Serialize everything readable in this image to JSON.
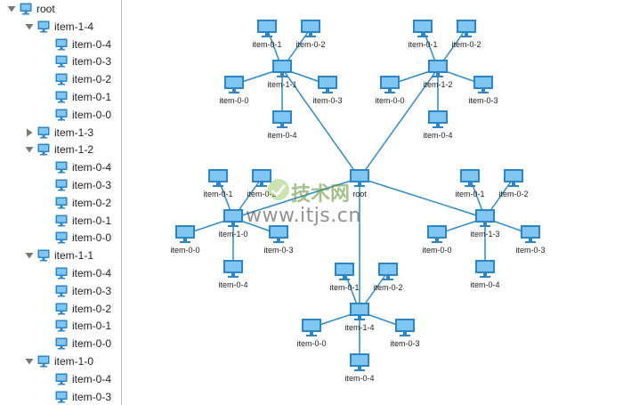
{
  "tree": {
    "items": [
      {
        "label": "root",
        "depth": 0,
        "toggle": "expanded"
      },
      {
        "label": "item-1-4",
        "depth": 1,
        "toggle": "expanded"
      },
      {
        "label": "item-0-4",
        "depth": 2,
        "toggle": "none"
      },
      {
        "label": "item-0-3",
        "depth": 2,
        "toggle": "none"
      },
      {
        "label": "item-0-2",
        "depth": 2,
        "toggle": "none"
      },
      {
        "label": "item-0-1",
        "depth": 2,
        "toggle": "none"
      },
      {
        "label": "item-0-0",
        "depth": 2,
        "toggle": "none"
      },
      {
        "label": "item-1-3",
        "depth": 1,
        "toggle": "collapsed"
      },
      {
        "label": "item-1-2",
        "depth": 1,
        "toggle": "expanded"
      },
      {
        "label": "item-0-4",
        "depth": 2,
        "toggle": "none"
      },
      {
        "label": "item-0-3",
        "depth": 2,
        "toggle": "none"
      },
      {
        "label": "item-0-2",
        "depth": 2,
        "toggle": "none"
      },
      {
        "label": "item-0-1",
        "depth": 2,
        "toggle": "none"
      },
      {
        "label": "item-0-0",
        "depth": 2,
        "toggle": "none"
      },
      {
        "label": "item-1-1",
        "depth": 1,
        "toggle": "expanded"
      },
      {
        "label": "item-0-4",
        "depth": 2,
        "toggle": "none"
      },
      {
        "label": "item-0-3",
        "depth": 2,
        "toggle": "none"
      },
      {
        "label": "item-0-2",
        "depth": 2,
        "toggle": "none"
      },
      {
        "label": "item-0-1",
        "depth": 2,
        "toggle": "none"
      },
      {
        "label": "item-0-0",
        "depth": 2,
        "toggle": "none"
      },
      {
        "label": "item-1-0",
        "depth": 1,
        "toggle": "expanded"
      },
      {
        "label": "item-0-4",
        "depth": 2,
        "toggle": "none"
      },
      {
        "label": "item-0-3",
        "depth": 2,
        "toggle": "none"
      }
    ]
  },
  "graph": {
    "root": {
      "label": "root"
    },
    "groups": [
      {
        "label": "item-1-1",
        "children": [
          "item-0-0",
          "item-0-1",
          "item-0-2",
          "item-0-3",
          "item-0-4"
        ]
      },
      {
        "label": "item-1-2",
        "children": [
          "item-0-0",
          "item-0-1",
          "item-0-2",
          "item-0-3",
          "item-0-4"
        ]
      },
      {
        "label": "item-1-0",
        "children": [
          "item-0-0",
          "item-0-1",
          "item-0-2",
          "item-0-3",
          "item-0-4"
        ]
      },
      {
        "label": "item-1-3",
        "children": [
          "item-0-0",
          "item-0-1",
          "item-0-2",
          "item-0-3",
          "item-0-4"
        ]
      },
      {
        "label": "item-1-4",
        "children": [
          "item-0-0",
          "item-0-1",
          "item-0-2",
          "item-0-3",
          "item-0-4"
        ]
      }
    ]
  },
  "watermark": {
    "title": "技术网",
    "url": "www.itjs.cn"
  },
  "colors": {
    "edge": "#2c8ac8",
    "monitor": "#2b86c9",
    "screen": "#7fc6f2",
    "border": "#bdbdbd"
  },
  "icons": {
    "tree_node": "monitor-icon",
    "graph_node": "monitor-icon",
    "expand": "triangle-down-icon",
    "collapse": "triangle-right-icon"
  }
}
